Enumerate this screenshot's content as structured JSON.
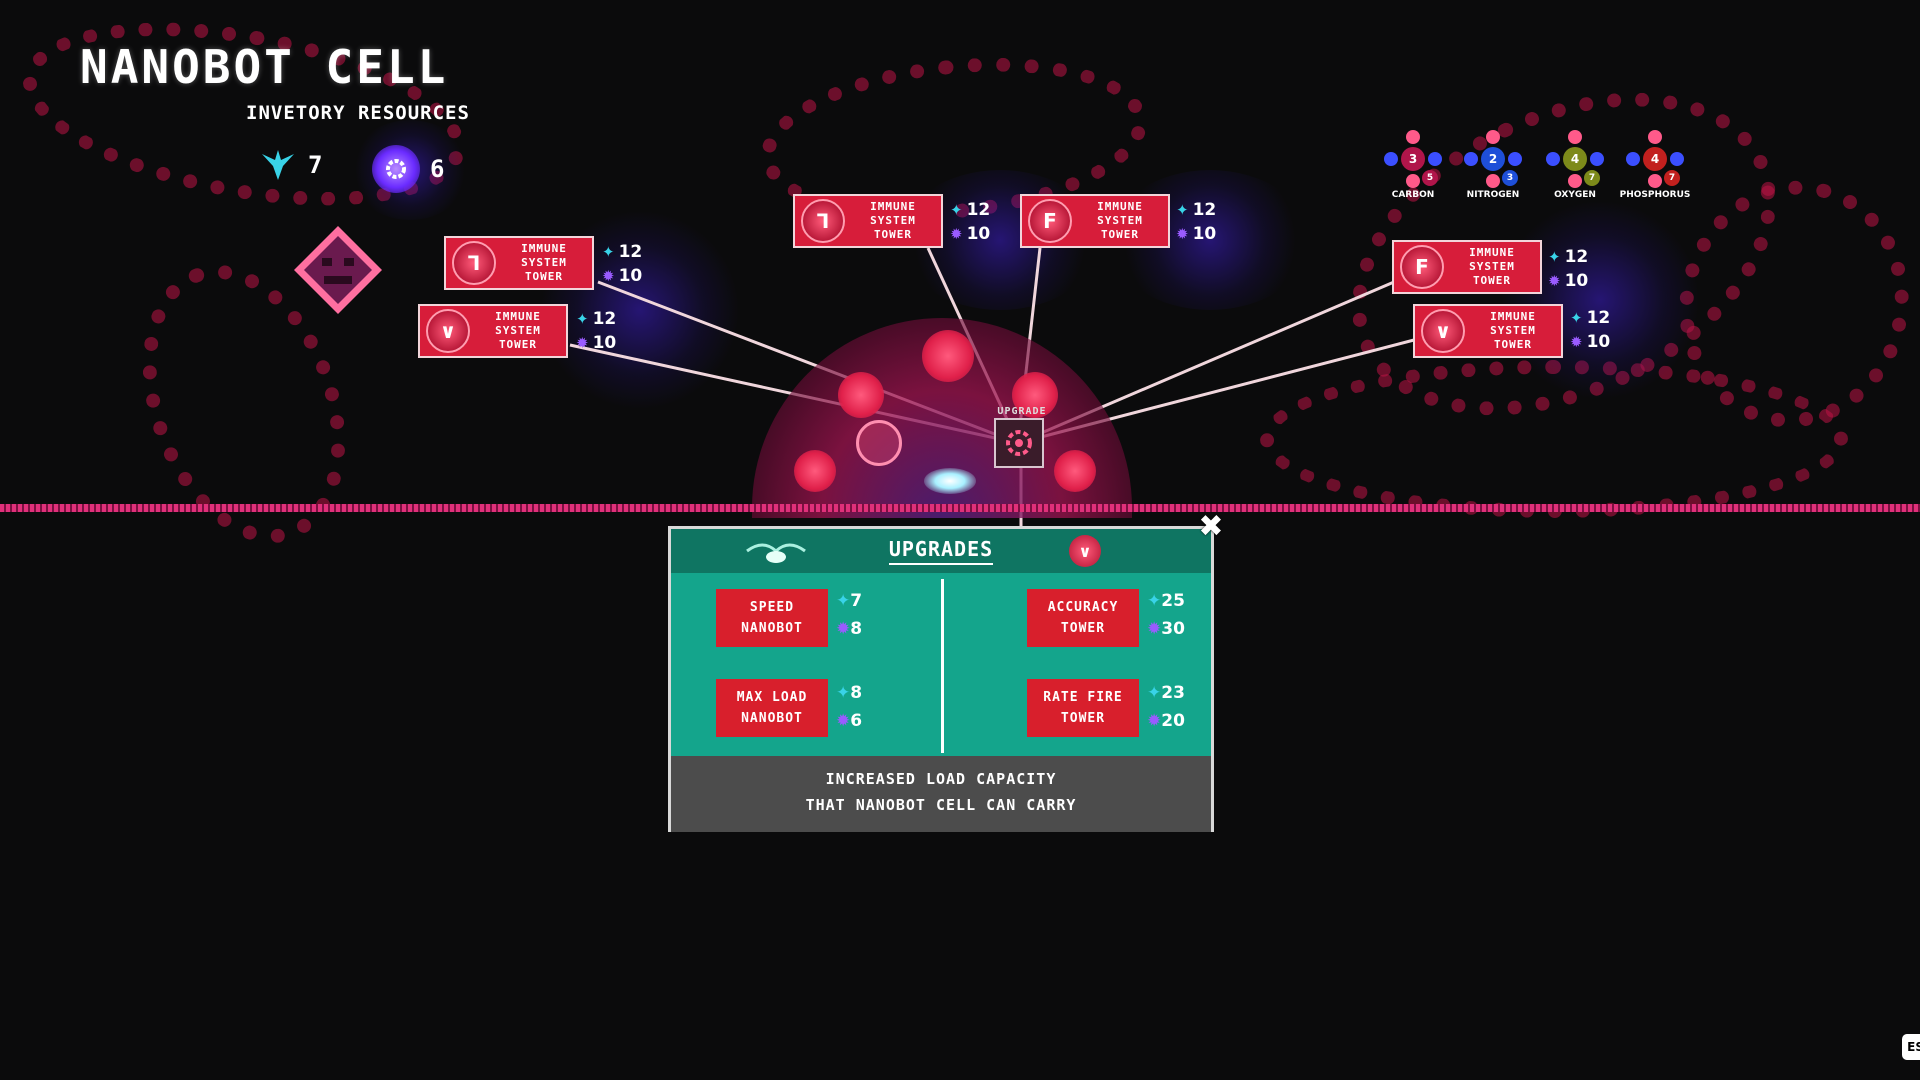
{
  "hud": {
    "title": "NANOBOT CELL",
    "inventory_label": "INVETORY RESOURCES",
    "resources": [
      {
        "icon": "wing-resource-icon",
        "value": "7"
      },
      {
        "icon": "gear-resource-icon",
        "value": "6"
      }
    ]
  },
  "elements": [
    {
      "name": "CARBON",
      "count": "3",
      "sub": "5",
      "color": "#b0154a"
    },
    {
      "name": "NITROGEN",
      "count": "2",
      "sub": "3",
      "color": "#1e4fd8"
    },
    {
      "name": "OXYGEN",
      "count": "4",
      "sub": "7",
      "color": "#7d8a1a"
    },
    {
      "name": "PHOSPHORUS",
      "count": "4",
      "sub": "7",
      "color": "#c2201e"
    }
  ],
  "towers": [
    {
      "label": "IMMUNE SYSTEM TOWER",
      "symbol": "ᒣ",
      "wing_cost": "12",
      "gear_cost": "10"
    },
    {
      "label": "IMMUNE SYSTEM TOWER",
      "symbol": "∨",
      "wing_cost": "12",
      "gear_cost": "10"
    },
    {
      "label": "IMMUNE SYSTEM TOWER",
      "symbol": "ᒣ",
      "wing_cost": "12",
      "gear_cost": "10"
    },
    {
      "label": "IMMUNE SYSTEM TOWER",
      "symbol": "F",
      "wing_cost": "12",
      "gear_cost": "10"
    },
    {
      "label": "IMMUNE SYSTEM TOWER",
      "symbol": "F",
      "wing_cost": "12",
      "gear_cost": "10"
    },
    {
      "label": "IMMUNE SYSTEM TOWER",
      "symbol": "∨",
      "wing_cost": "12",
      "gear_cost": "10"
    }
  ],
  "hub": {
    "label": "UPGRADE"
  },
  "upgrades": {
    "title": "UPGRADES",
    "items": [
      {
        "line1": "SPEED",
        "line2": "NANOBOT",
        "wing_cost": "7",
        "gear_cost": "8"
      },
      {
        "line1": "MAX LOAD",
        "line2": "NANOBOT",
        "wing_cost": "8",
        "gear_cost": "6"
      },
      {
        "line1": "ACCURACY",
        "line2": "TOWER",
        "wing_cost": "25",
        "gear_cost": "30"
      },
      {
        "line1": "RATE FIRE",
        "line2": "TOWER",
        "wing_cost": "23",
        "gear_cost": "20"
      }
    ],
    "description_line1": "INCREASED LOAD CAPACITY",
    "description_line2": "THAT NANOBOT CELL CAN CARRY",
    "close_icon": "close-icon"
  },
  "esc_label": "ESC",
  "colors": {
    "background": "#0b0b0c",
    "accent_red": "#d71d3a",
    "panel_teal": "#14a58c",
    "wing_cyan": "#39d3e8",
    "gear_purple": "#9a5bff"
  }
}
